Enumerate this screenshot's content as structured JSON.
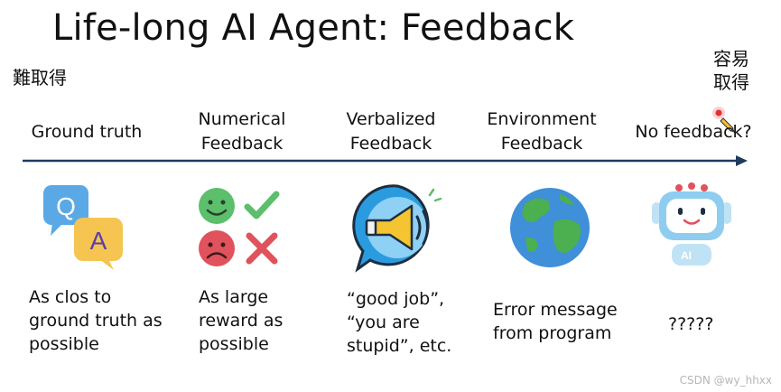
{
  "title": "Life-long AI Agent: Feedback",
  "left_label": "難取得",
  "right_label_line1": "容易",
  "right_label_line2": "取得",
  "columns": [
    {
      "heading_line1": "",
      "heading_line2": "Ground truth",
      "icon": "qa-chat-bubbles-icon",
      "description": [
        "As clos to",
        "ground truth as",
        "possible"
      ]
    },
    {
      "heading_line1": "Numerical",
      "heading_line2": "Feedback",
      "icon": "smiley-check-cross-icon",
      "description": [
        "As large",
        "reward as",
        "possible"
      ]
    },
    {
      "heading_line1": "Verbalized",
      "heading_line2": "Feedback",
      "icon": "megaphone-icon",
      "description": [
        "“good job”,",
        "“you are",
        "stupid”, etc."
      ]
    },
    {
      "heading_line1": "Environment",
      "heading_line2": "Feedback",
      "icon": "globe-icon",
      "description": [
        "Error message",
        "from program"
      ]
    },
    {
      "heading_line1": "",
      "heading_line2": "No feedback?",
      "icon": "robot-icon",
      "description": [
        "?????"
      ]
    }
  ],
  "watermark": "CSDN @wy_hhxx",
  "colors": {
    "arrow": "#1f3a5f",
    "qa_blue": "#5aa9e6",
    "qa_yellow": "#f5c451",
    "smile_green": "#5cbf6b",
    "sad_red": "#e0525c",
    "megaphone_blue": "#2b9be0",
    "globe_blue": "#3f8fd9",
    "globe_green": "#4caf50",
    "robot_blue": "#8ecdf0"
  }
}
